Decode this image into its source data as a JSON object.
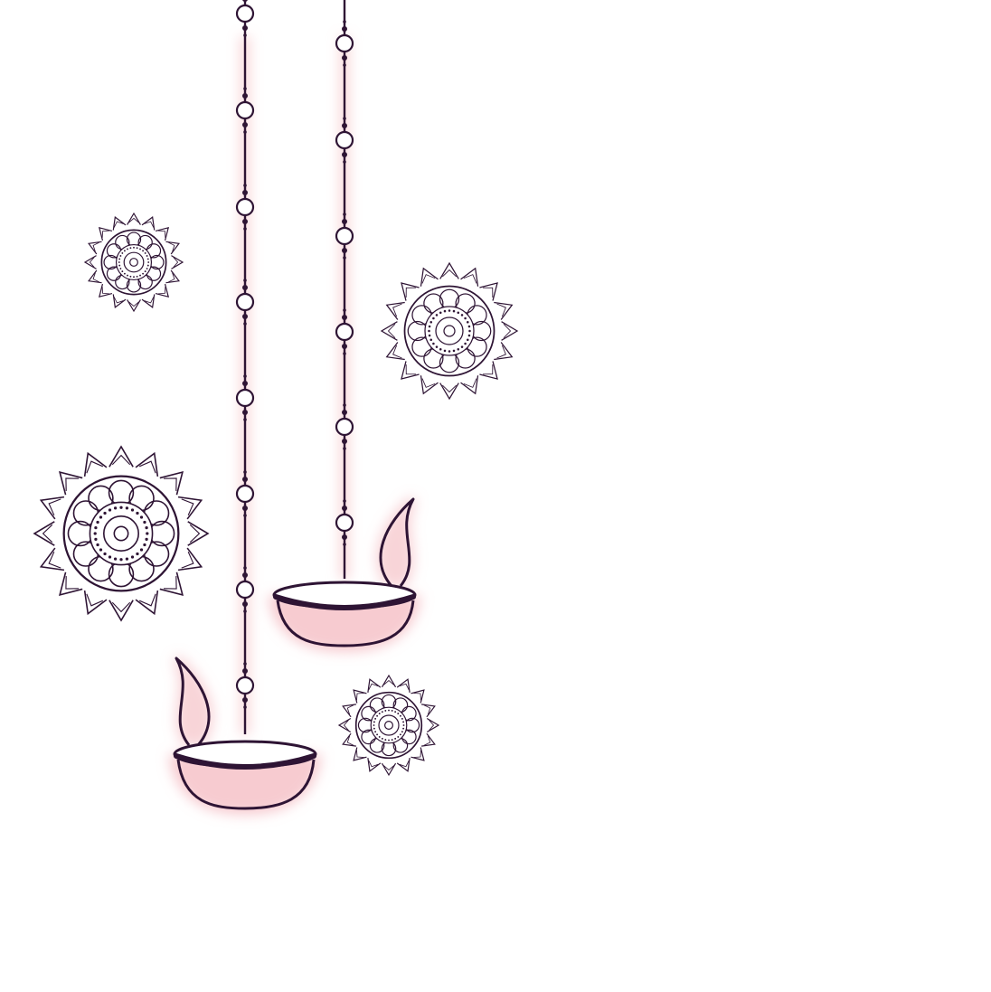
{
  "colors": {
    "background": "#ffffff",
    "line": "#2e1434",
    "glow": "#f2a9b1",
    "fill": "#ffffff"
  },
  "artwork": {
    "strings_count": 2,
    "beads_per_string": 8,
    "lamps_count": 2,
    "mandalas_count": 4,
    "icons": [
      "hanging-string-icon",
      "bead-icon",
      "diya-lamp-icon",
      "flame-icon",
      "mandala-icon"
    ]
  }
}
